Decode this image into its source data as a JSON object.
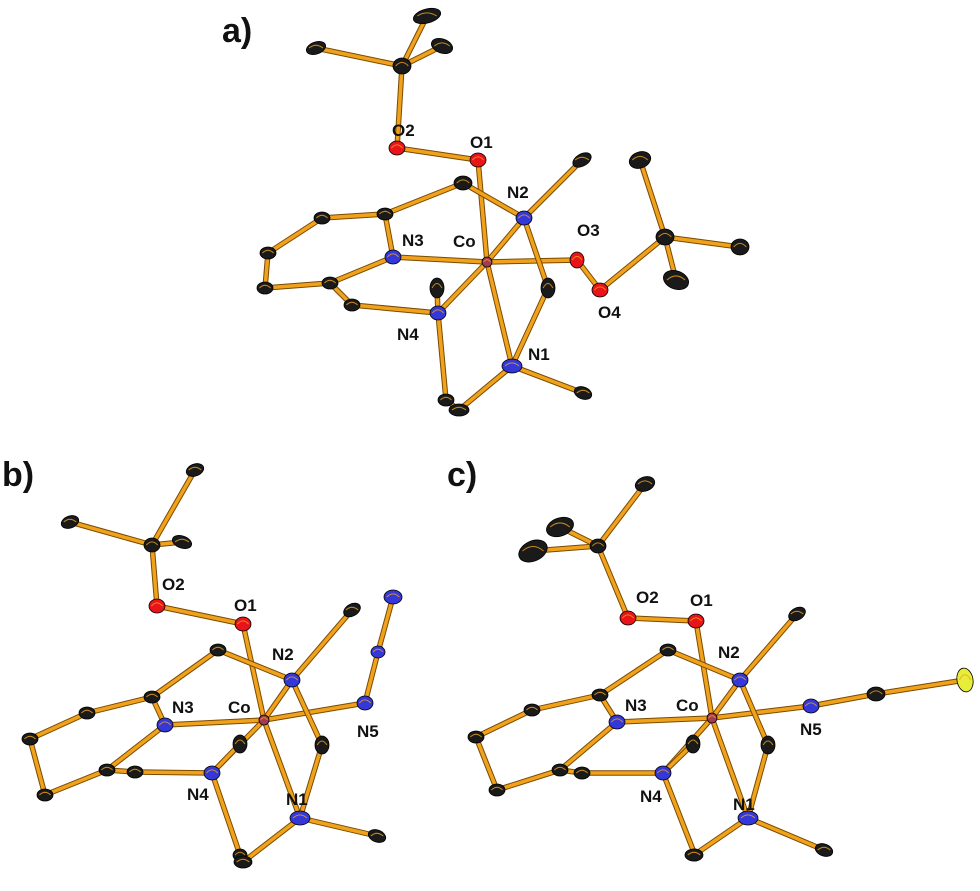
{
  "colors": {
    "bond": "#F0A21C",
    "bond_edge": "#7a4a00",
    "carbon": "#1a1a1a",
    "nitrogen": "#3438d8",
    "oxygen": "#e8141a",
    "cobalt": "#a33a55",
    "sulfur": "#e6ee3a"
  },
  "panels": [
    {
      "label": "a)",
      "atom_labels": [
        "O1",
        "O2",
        "N2",
        "N3",
        "Co",
        "O3",
        "O4",
        "N4",
        "N1"
      ]
    },
    {
      "label": "b)",
      "atom_labels": [
        "O2",
        "O1",
        "N2",
        "N3",
        "Co",
        "N5",
        "N4",
        "N1"
      ]
    },
    {
      "label": "c)",
      "atom_labels": [
        "O2",
        "O1",
        "N2",
        "N3",
        "Co",
        "N5",
        "N4",
        "N1"
      ]
    }
  ]
}
